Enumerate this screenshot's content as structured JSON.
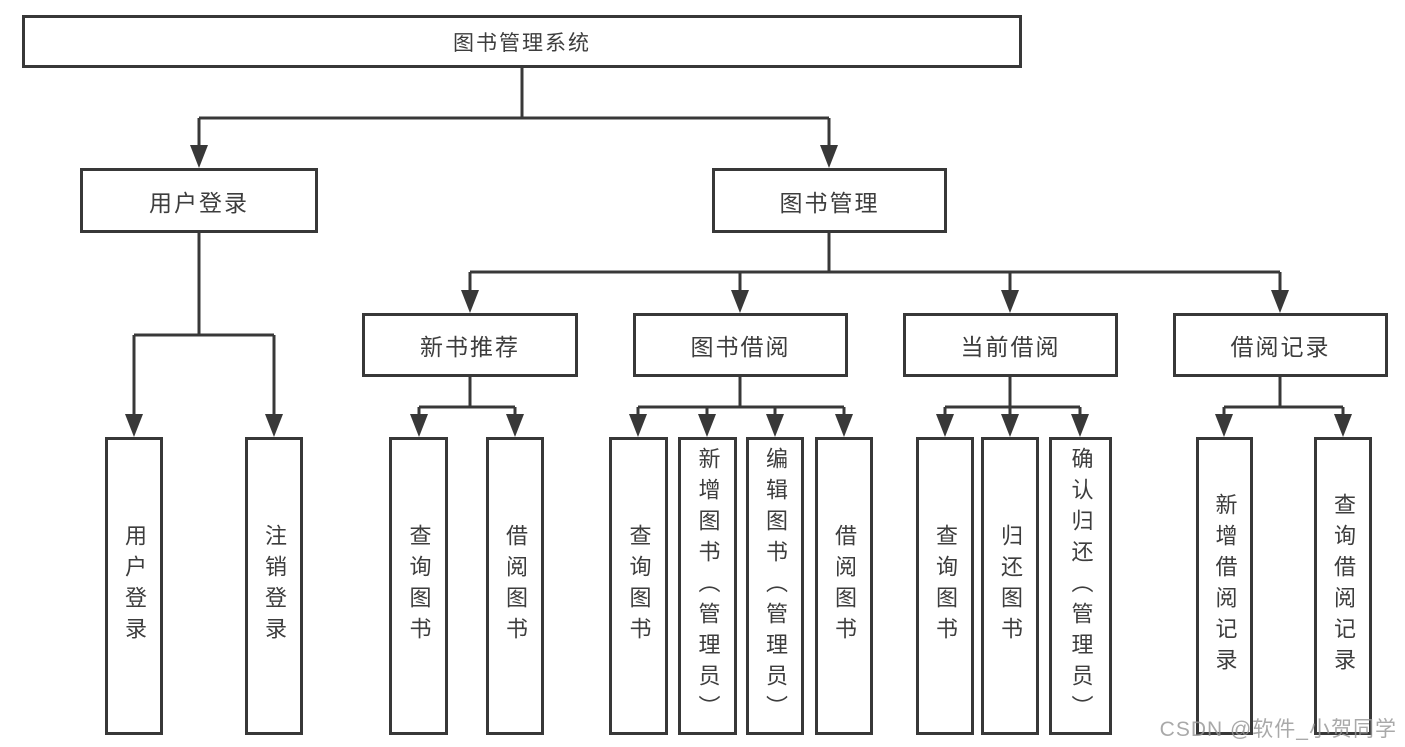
{
  "diagram_title": "图书管理系统",
  "tree": {
    "label": "图书管理系统",
    "children": [
      {
        "label": "用户登录",
        "children": [
          {
            "label": "用户登录"
          },
          {
            "label": "注销登录"
          }
        ]
      },
      {
        "label": "图书管理",
        "children": [
          {
            "label": "新书推荐",
            "children": [
              {
                "label": "查询图书"
              },
              {
                "label": "借阅图书"
              }
            ]
          },
          {
            "label": "图书借阅",
            "children": [
              {
                "label": "查询图书"
              },
              {
                "label": "新增图书（管理员）"
              },
              {
                "label": "编辑图书（管理员）"
              },
              {
                "label": "借阅图书"
              }
            ]
          },
          {
            "label": "当前借阅",
            "children": [
              {
                "label": "查询图书"
              },
              {
                "label": "归还图书"
              },
              {
                "label": "确认归还（管理员）"
              }
            ]
          },
          {
            "label": "借阅记录",
            "children": [
              {
                "label": "新增借阅记录"
              },
              {
                "label": "查询借阅记录"
              }
            ]
          }
        ]
      }
    ]
  },
  "watermark": {
    "text": "CSDN @软件_小贺同学"
  },
  "colors": {
    "line": "#383838",
    "text": "#3d3d3d",
    "background": "#ffffff",
    "watermark": "#969696"
  }
}
